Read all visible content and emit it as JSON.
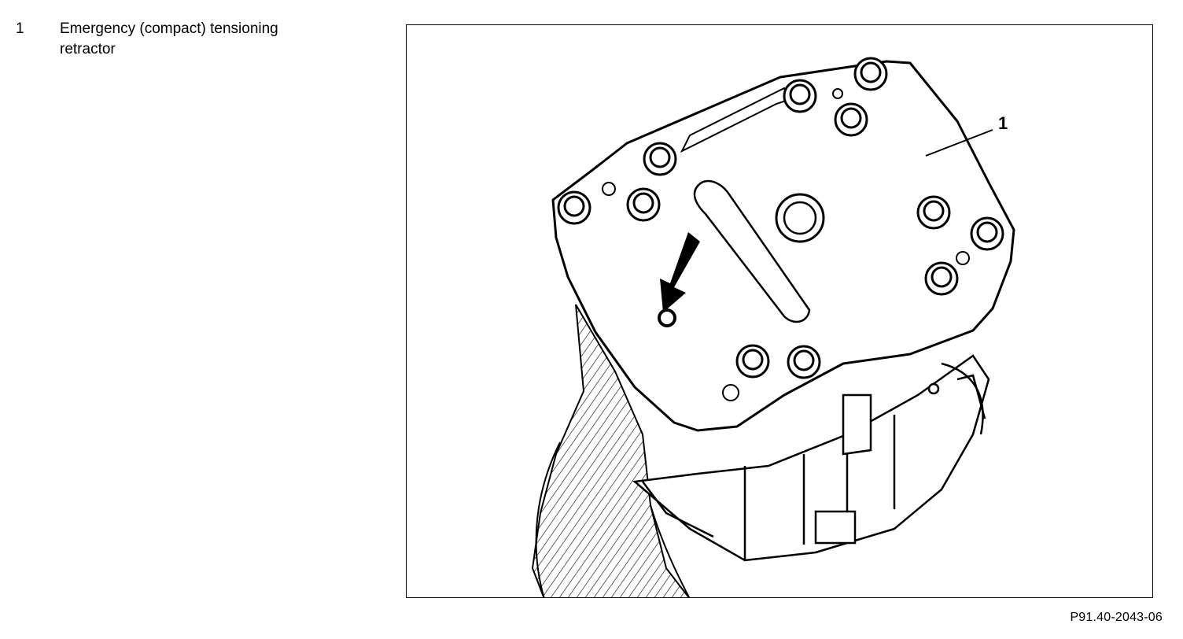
{
  "legend": {
    "items": [
      {
        "number": "1",
        "text": "Emergency (compact) tensioning retractor"
      }
    ]
  },
  "figure": {
    "callout_label": "1",
    "code": "P91.40-2043-06"
  }
}
